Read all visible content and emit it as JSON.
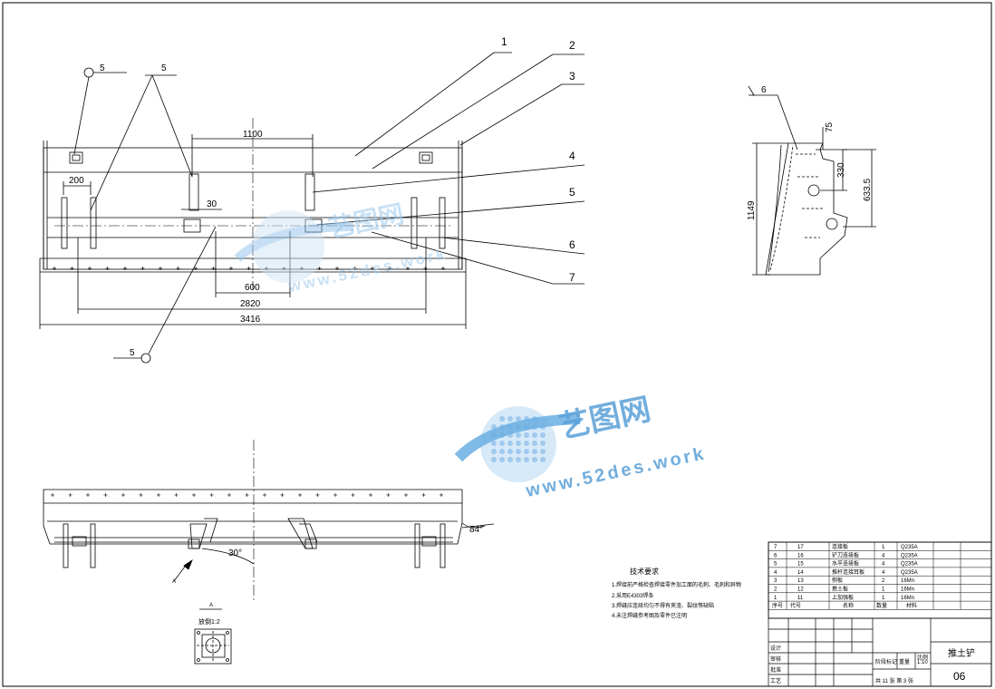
{
  "front_view": {
    "callouts": [
      "1",
      "2",
      "3",
      "4",
      "5",
      "6",
      "7"
    ],
    "dims": {
      "d1100": "1100",
      "d200": "200",
      "d30": "30",
      "d600": "600",
      "d2820": "2820",
      "d3416": "3416"
    },
    "weld_symbols": [
      "5",
      "5",
      "5"
    ]
  },
  "side_view": {
    "weld": "6",
    "dims": {
      "d75": "75",
      "d330": "330",
      "d6335": "633.5",
      "d1149": "1149"
    }
  },
  "plan_view": {
    "angle_30": "30°",
    "angle_84": "84°",
    "view_mark": "A"
  },
  "detail_view": {
    "mark": "A",
    "title": "放倒1:2"
  },
  "tech_requirements": {
    "title": "技术要求",
    "items": [
      "1.焊接前严格检查焊接零件加工面的毛刺、毛刺和异物",
      "2.采用E4303焊条",
      "3.焊缝应连续均匀不得有夹渣、裂纹等缺陷",
      "4.未注焊缝参考图及零件已注明"
    ]
  },
  "parts_list": {
    "rows": [
      {
        "no": "7",
        "code": "17",
        "name": "连接板",
        "qty": "1",
        "mat": "Q235A"
      },
      {
        "no": "6",
        "code": "16",
        "name": "铲刀连接板",
        "qty": "4",
        "mat": "Q235A"
      },
      {
        "no": "5",
        "code": "15",
        "name": "水平连接板",
        "qty": "4",
        "mat": "Q235A"
      },
      {
        "no": "4",
        "code": "14",
        "name": "推杆连接耳板",
        "qty": "4",
        "mat": "Q235A"
      },
      {
        "no": "3",
        "code": "13",
        "name": "侧板",
        "qty": "2",
        "mat": "16Mn"
      },
      {
        "no": "2",
        "code": "12",
        "name": "推土板",
        "qty": "1",
        "mat": "16Mn"
      },
      {
        "no": "1",
        "code": "11",
        "name": "上加强板",
        "qty": "1",
        "mat": "16Mn"
      }
    ],
    "header": {
      "no": "序号",
      "code": "代号",
      "name": "名称",
      "qty": "数量",
      "mat": "材料"
    }
  },
  "title_block": {
    "drawing_name": "推土铲",
    "scale": "1:10",
    "drawing_no": "06",
    "sheet_info": "共 11 张 第 3 张",
    "labels": {
      "stage": "阶段标记",
      "weight": "重量",
      "ratio": "比例",
      "design": "设计",
      "check": "审核",
      "approve": "批准",
      "process": "工艺"
    }
  },
  "watermark": {
    "brand": "艺图网",
    "url": "www.52des.work"
  }
}
